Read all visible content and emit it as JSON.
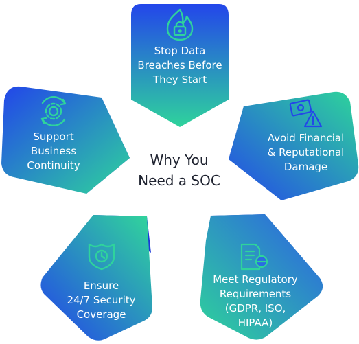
{
  "center": {
    "line1": "Why You",
    "line2": "Need a SOC"
  },
  "colors": {
    "blue": "#2451e6",
    "green": "#2fd59a",
    "dark_blue": "#1b39d9",
    "text_dark": "#1f2330"
  },
  "items": [
    {
      "lines": [
        "Stop Data",
        "Breaches Before",
        "They Start"
      ],
      "icon": "fire-lock-icon"
    },
    {
      "lines": [
        "Avoid Financial",
        "& Reputational",
        "Damage"
      ],
      "icon": "money-warning-icon"
    },
    {
      "lines": [
        "Meet Regulatory",
        "Requirements",
        "(GDPR, ISO,",
        "HIPAA)"
      ],
      "icon": "gdpr-document-icon"
    },
    {
      "lines": [
        "Ensure",
        "24/7 Security",
        "Coverage"
      ],
      "icon": "shield-clock-icon"
    },
    {
      "lines": [
        "Support",
        "Business",
        "Continuity"
      ],
      "icon": "gear-cycle-icon"
    }
  ]
}
